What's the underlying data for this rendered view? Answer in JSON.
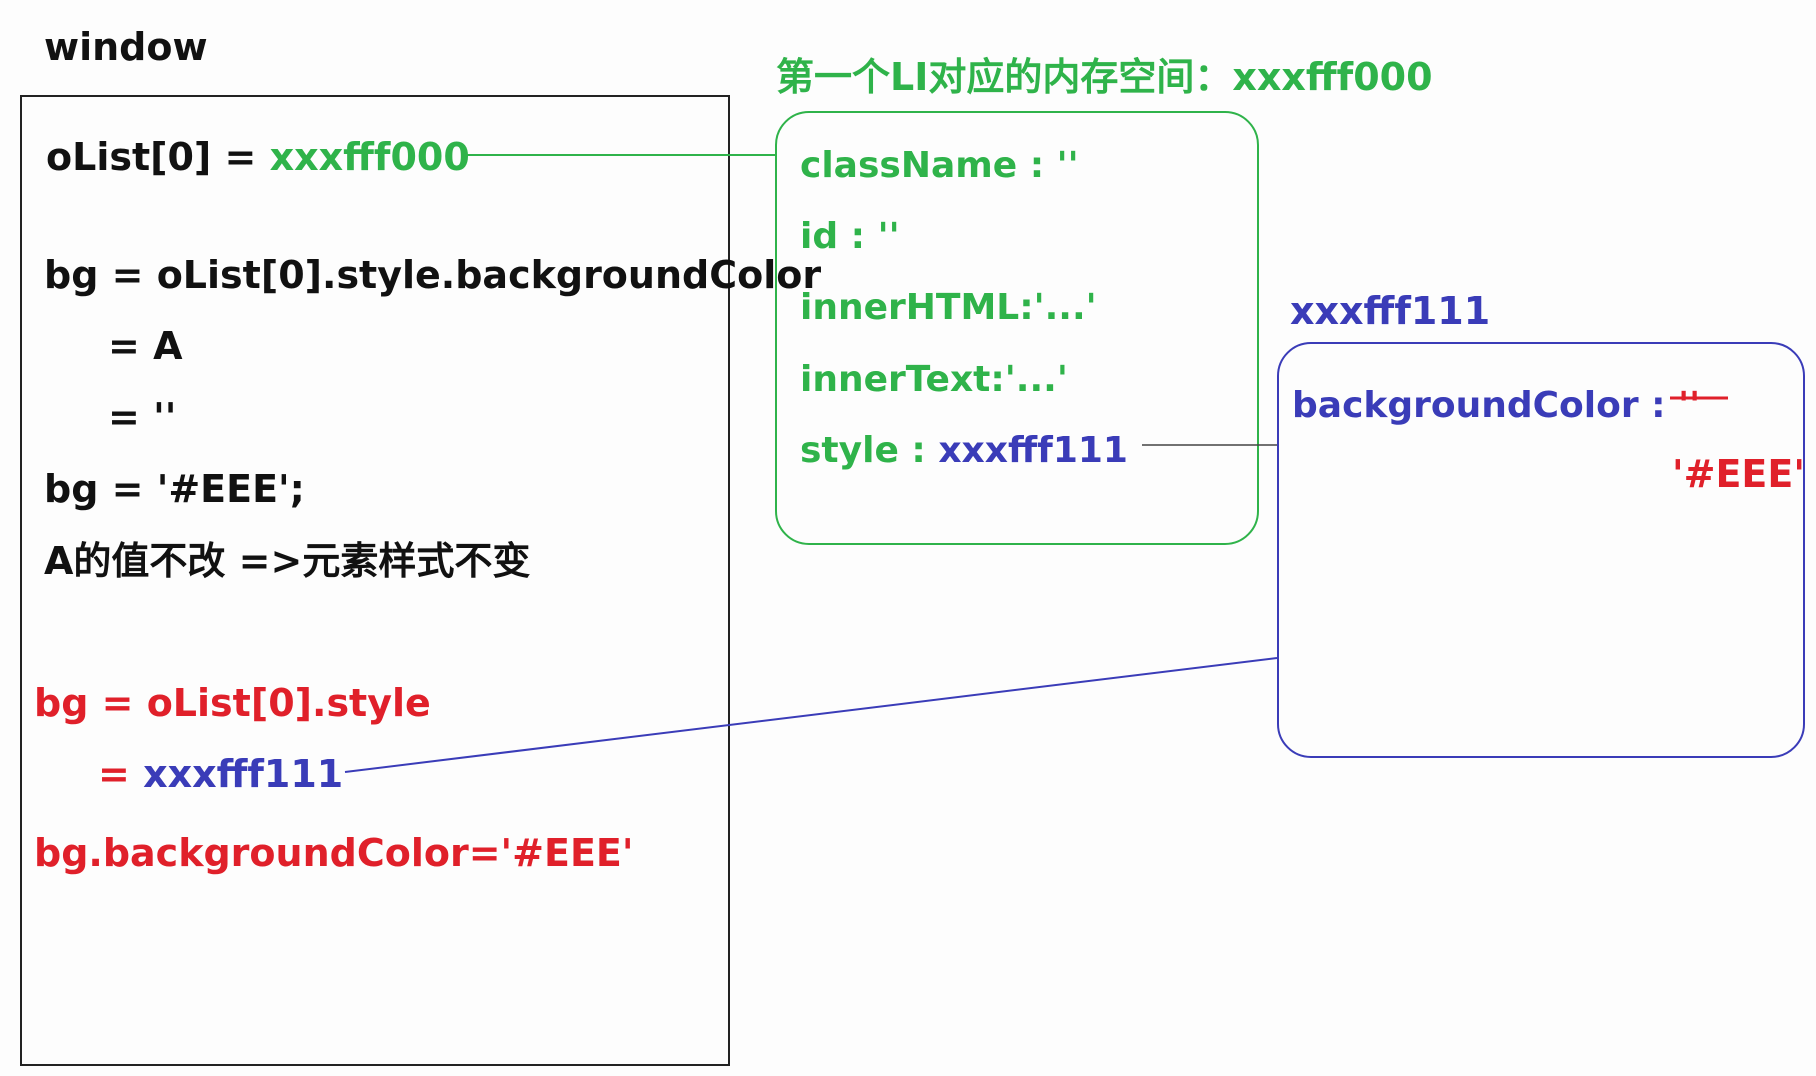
{
  "window": {
    "label": "window",
    "lines": [
      {
        "name": "olist-assign",
        "prefix": "oList[0] = ",
        "value": "xxxfff000"
      },
      {
        "name": "bg-assign",
        "text": "bg = oList[0].style.backgroundColor"
      },
      {
        "name": "eq-a",
        "text": "= A"
      },
      {
        "name": "eq-empty",
        "text": "= ''"
      },
      {
        "name": "bg-eee",
        "text": "bg = '#EEE';"
      },
      {
        "name": "note",
        "text": "A的值不改 =>元素样式不变"
      }
    ],
    "red_lines": [
      {
        "name": "bg-style",
        "text": "bg = oList[0].style"
      },
      {
        "name": "eq-ref",
        "prefix": "= ",
        "value": "xxxfff111"
      },
      {
        "name": "bg-bgcolor",
        "text": "bg.backgroundColor='#EEE'"
      }
    ]
  },
  "li_memory": {
    "title": "第一个LI对应的内存空间：xxxfff000",
    "props": [
      {
        "text": "className : ''"
      },
      {
        "text": "id : ''"
      },
      {
        "text": "innerHTML:'...'"
      },
      {
        "text": "innerText:'...'"
      },
      {
        "label": "style : ",
        "value": "xxxfff111"
      }
    ]
  },
  "style_memory": {
    "title": "xxxfff111",
    "prop_label": "backgroundColor : ",
    "old_value": "''",
    "new_value": "'#EEE'"
  },
  "colors": {
    "green": "#2fb34a",
    "blue": "#3a3cb8",
    "red": "#e0202a",
    "black": "#111111"
  }
}
